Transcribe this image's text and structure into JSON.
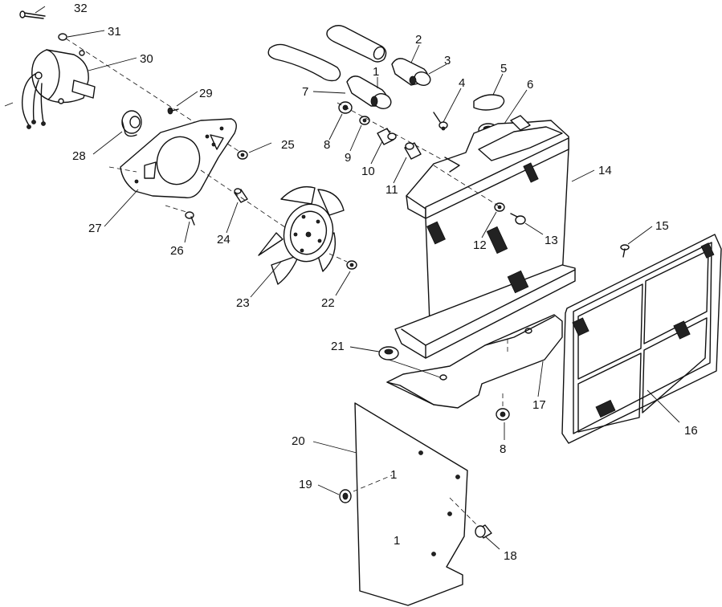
{
  "diagram": {
    "callouts": [
      "1",
      "2",
      "3",
      "4",
      "5",
      "6",
      "7",
      "8",
      "9",
      "10",
      "11",
      "12",
      "13",
      "14",
      "15",
      "16",
      "17",
      "18",
      "19",
      "20",
      "21",
      "22",
      "23",
      "24",
      "25",
      "26",
      "27",
      "28",
      "29",
      "30",
      "31",
      "32",
      "8",
      "1",
      "1"
    ]
  }
}
